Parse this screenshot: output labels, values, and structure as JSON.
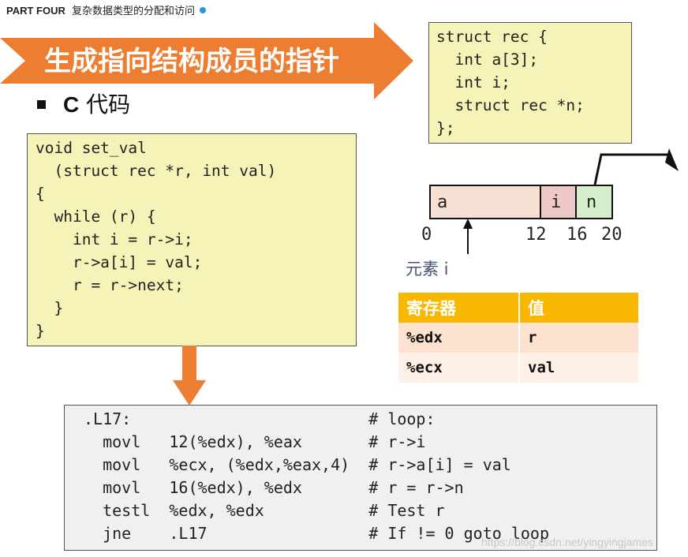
{
  "header": {
    "part": "PART FOUR",
    "subtitle": "复杂数据类型的分配和访问"
  },
  "banner": {
    "title": "生成指向结构成员的指针"
  },
  "bullet": {
    "lang": "C",
    "label": "代码"
  },
  "struct_code": "struct rec {\n  int a[3];\n  int i;\n  struct rec *n;\n};",
  "func_code": "void set_val\n  (struct rec *r, int val)\n{\n  while (r) {\n    int i = r->i;\n    r->a[i] = val;\n    r = r->next;\n  }\n}",
  "memory": {
    "cells": [
      "a",
      "i",
      "n"
    ],
    "offsets": [
      "0",
      "12",
      "16",
      "20"
    ],
    "element_label": "元素 i"
  },
  "registers": {
    "headers": [
      "寄存器",
      "值"
    ],
    "rows": [
      {
        "reg": "%edx",
        "value": "r"
      },
      {
        "reg": "%ecx",
        "value": "val"
      }
    ]
  },
  "asm_code": ".L17:                         # loop:\n  movl   12(%edx), %eax       # r->i\n  movl   %ecx, (%edx,%eax,4)  # r->a[i] = val\n  movl   16(%edx), %edx       # r = r->n\n  testl  %edx, %edx           # Test r\n  jne    .L17                 # If != 0 goto loop",
  "watermark": "https://blog.csdn.net/yingyingjames",
  "colors": {
    "accent": "#ed7d31",
    "code_bg": "#f5f3b8",
    "table_header": "#f8b700"
  }
}
